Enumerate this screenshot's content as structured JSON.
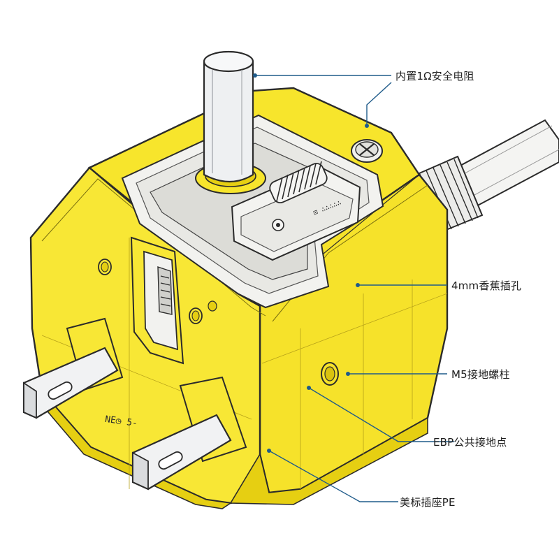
{
  "callouts": {
    "resistor": "内置1Ω安全电阻",
    "banana_jack": "4mm香蕉插孔",
    "m5_post": "M5接地螺柱",
    "ebp_point": "EBP公共接地点",
    "us_socket_pe": "美标插座PE"
  },
  "body_stamp": "NE◷ 5-",
  "switch_label": "⊡ ∴∴∴∴∴",
  "colors": {
    "body_yellow": "#f7e52c",
    "body_shadow": "#e6cf12",
    "outline": "#2b2b2b",
    "callout_line": "#1f5b8a",
    "metal": "#e4e6e8"
  }
}
